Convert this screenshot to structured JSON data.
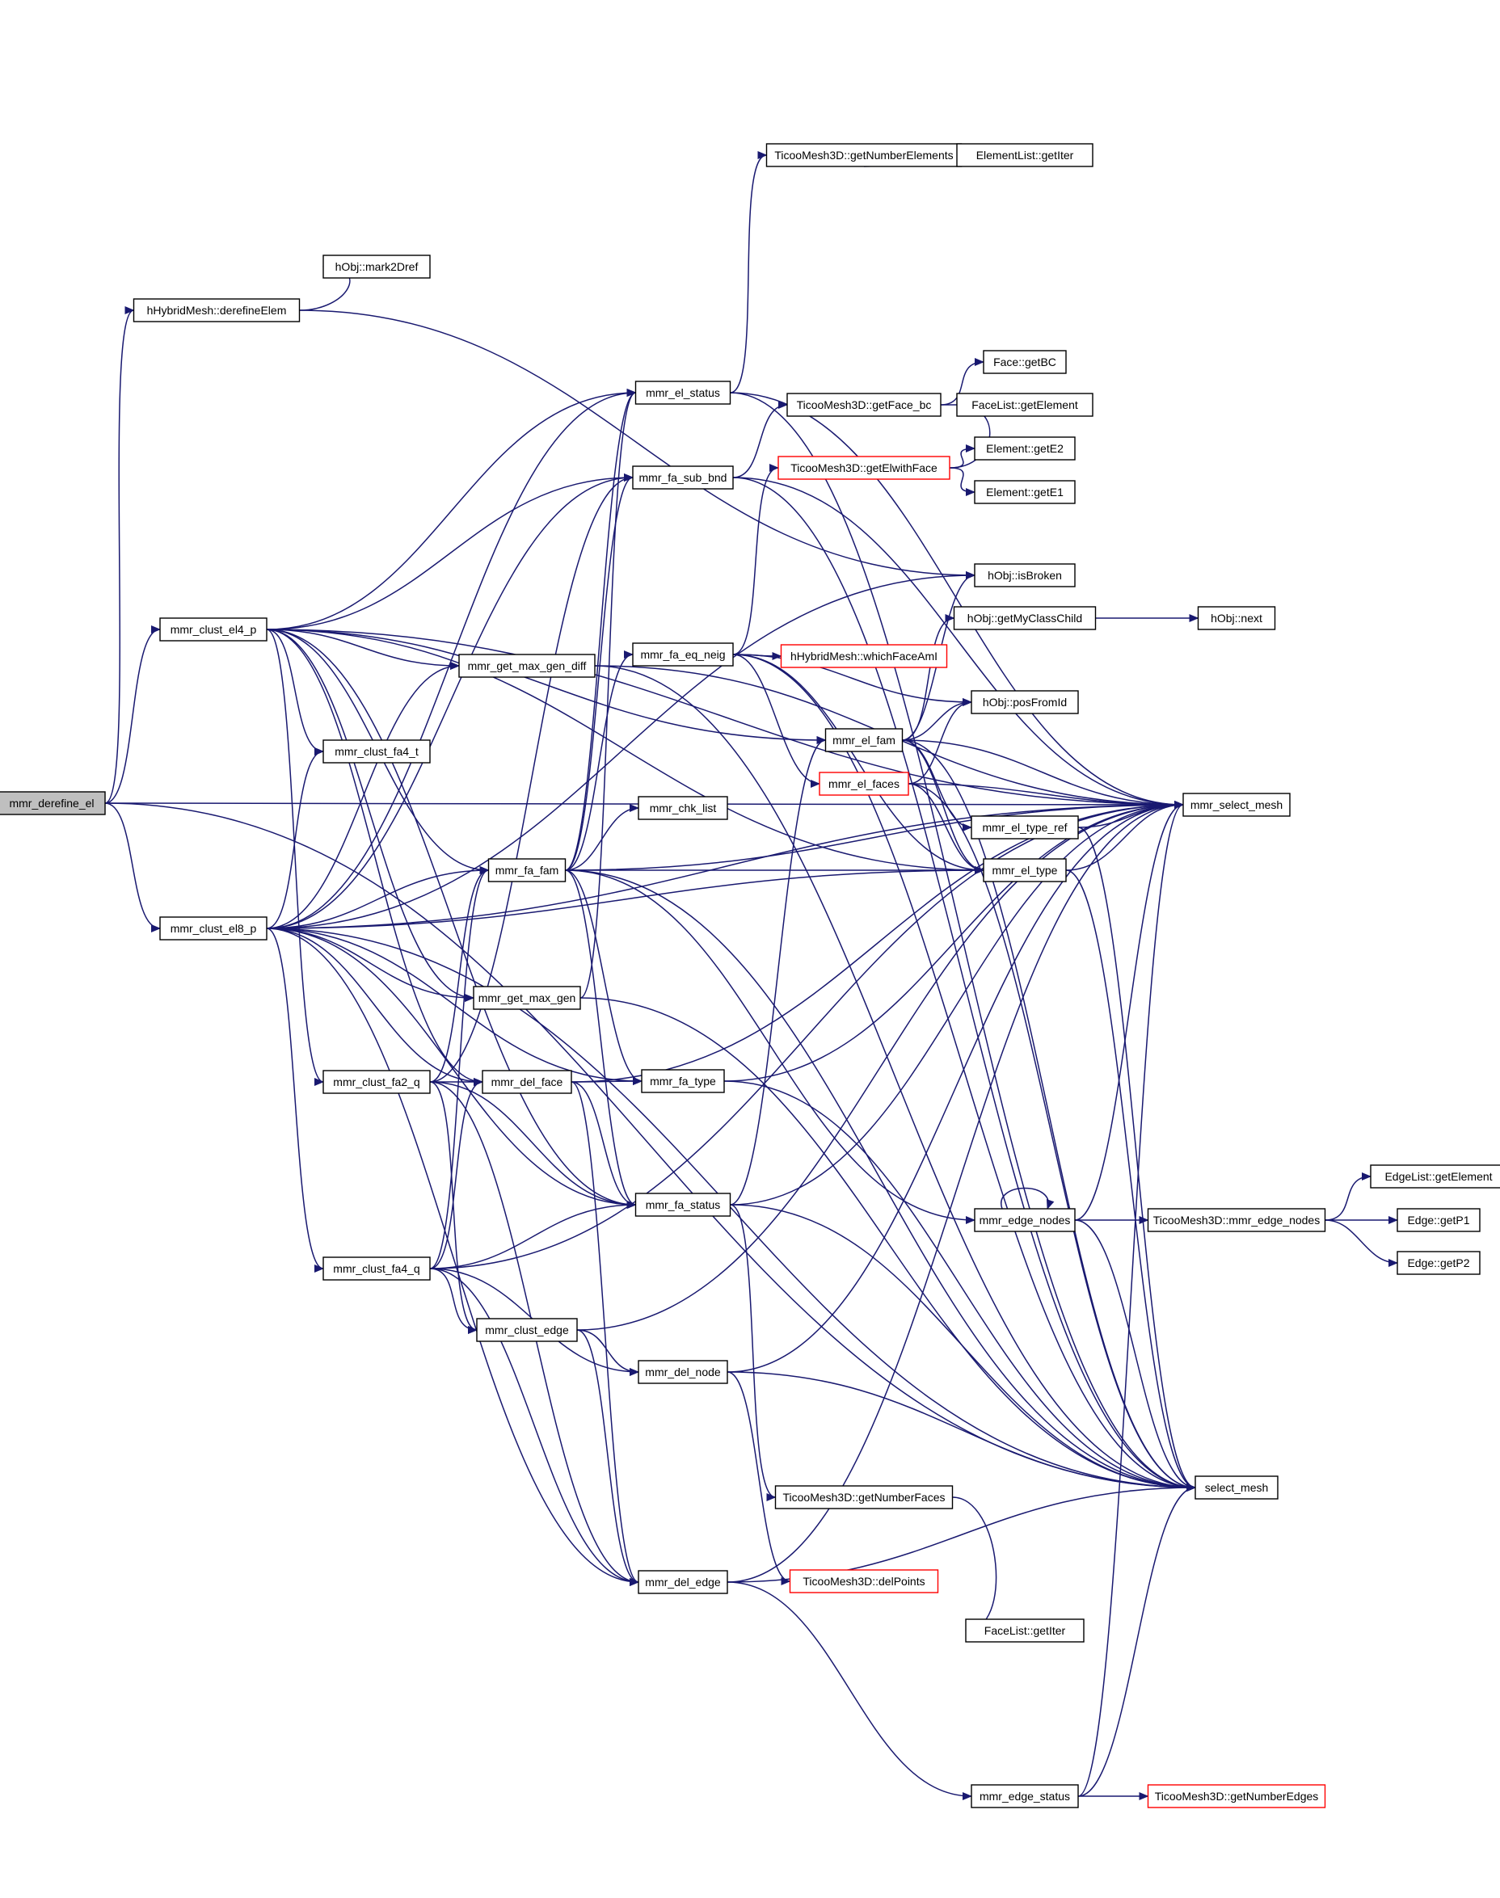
{
  "colors": {
    "edge": "#191970",
    "node_border": "#000000",
    "node_fill": "#ffffff",
    "root_fill": "#bfbfbf",
    "truncated_border": "#ff0000",
    "background": "#ffffff"
  },
  "nodes": [
    {
      "id": "mmr_derefine_el",
      "label": "mmr_derefine_el",
      "style": "root"
    },
    {
      "id": "hHybridMesh::derefineElem",
      "label": "hHybridMesh::derefineElem",
      "style": "normal"
    },
    {
      "id": "hObj::mark2Dref",
      "label": "hObj::mark2Dref",
      "style": "normal"
    },
    {
      "id": "mmr_clust_el4_p",
      "label": "mmr_clust_el4_p",
      "style": "normal"
    },
    {
      "id": "mmr_clust_el8_p",
      "label": "mmr_clust_el8_p",
      "style": "normal"
    },
    {
      "id": "mmr_clust_fa4_t",
      "label": "mmr_clust_fa4_t",
      "style": "normal"
    },
    {
      "id": "mmr_clust_fa2_q",
      "label": "mmr_clust_fa2_q",
      "style": "normal"
    },
    {
      "id": "mmr_clust_fa4_q",
      "label": "mmr_clust_fa4_q",
      "style": "normal"
    },
    {
      "id": "mmr_get_max_gen_diff",
      "label": "mmr_get_max_gen_diff",
      "style": "normal"
    },
    {
      "id": "mmr_fa_fam",
      "label": "mmr_fa_fam",
      "style": "normal"
    },
    {
      "id": "mmr_get_max_gen",
      "label": "mmr_get_max_gen",
      "style": "normal"
    },
    {
      "id": "mmr_del_face",
      "label": "mmr_del_face",
      "style": "normal"
    },
    {
      "id": "mmr_clust_edge",
      "label": "mmr_clust_edge",
      "style": "normal"
    },
    {
      "id": "mmr_el_status",
      "label": "mmr_el_status",
      "style": "normal"
    },
    {
      "id": "mmr_fa_sub_bnd",
      "label": "mmr_fa_sub_bnd",
      "style": "normal"
    },
    {
      "id": "mmr_fa_eq_neig",
      "label": "mmr_fa_eq_neig",
      "style": "normal"
    },
    {
      "id": "mmr_chk_list",
      "label": "mmr_chk_list",
      "style": "normal"
    },
    {
      "id": "mmr_fa_type",
      "label": "mmr_fa_type",
      "style": "normal"
    },
    {
      "id": "mmr_fa_status",
      "label": "mmr_fa_status",
      "style": "normal"
    },
    {
      "id": "mmr_del_node",
      "label": "mmr_del_node",
      "style": "normal"
    },
    {
      "id": "mmr_del_edge",
      "label": "mmr_del_edge",
      "style": "normal"
    },
    {
      "id": "TicooMesh3D::getNumberElements",
      "label": "TicooMesh3D::getNumberElements",
      "style": "normal"
    },
    {
      "id": "ElementList::getIter",
      "label": "ElementList::getIter",
      "style": "normal"
    },
    {
      "id": "TicooMesh3D::getFace_bc",
      "label": "TicooMesh3D::getFace_bc",
      "style": "normal"
    },
    {
      "id": "Face::getBC",
      "label": "Face::getBC",
      "style": "normal"
    },
    {
      "id": "FaceList::getElement",
      "label": "FaceList::getElement",
      "style": "normal"
    },
    {
      "id": "TicooMesh3D::getElwithFace",
      "label": "TicooMesh3D::getElwithFace",
      "style": "truncated"
    },
    {
      "id": "Element::getE2",
      "label": "Element::getE2",
      "style": "normal"
    },
    {
      "id": "Element::getE1",
      "label": "Element::getE1",
      "style": "normal"
    },
    {
      "id": "hObj::isBroken",
      "label": "hObj::isBroken",
      "style": "normal"
    },
    {
      "id": "hObj::getMyClassChild",
      "label": "hObj::getMyClassChild",
      "style": "normal"
    },
    {
      "id": "hObj::next",
      "label": "hObj::next",
      "style": "normal"
    },
    {
      "id": "hHybridMesh::whichFaceAmI",
      "label": "hHybridMesh::whichFaceAmI",
      "style": "truncated"
    },
    {
      "id": "hObj::posFromId",
      "label": "hObj::posFromId",
      "style": "normal"
    },
    {
      "id": "mmr_el_fam",
      "label": "mmr_el_fam",
      "style": "normal"
    },
    {
      "id": "mmr_el_faces",
      "label": "mmr_el_faces",
      "style": "truncated"
    },
    {
      "id": "mmr_select_mesh",
      "label": "mmr_select_mesh",
      "style": "normal"
    },
    {
      "id": "mmr_el_type_ref",
      "label": "mmr_el_type_ref",
      "style": "normal"
    },
    {
      "id": "mmr_el_type",
      "label": "mmr_el_type",
      "style": "normal"
    },
    {
      "id": "EdgeList::getElement",
      "label": "EdgeList::getElement",
      "style": "normal"
    },
    {
      "id": "mmr_edge_nodes",
      "label": "mmr_edge_nodes",
      "style": "normal"
    },
    {
      "id": "TicooMesh3D::mmr_edge_nodes",
      "label": "TicooMesh3D::mmr_edge_nodes",
      "style": "normal"
    },
    {
      "id": "Edge::getP1",
      "label": "Edge::getP1",
      "style": "normal"
    },
    {
      "id": "Edge::getP2",
      "label": "Edge::getP2",
      "style": "normal"
    },
    {
      "id": "select_mesh",
      "label": "select_mesh",
      "style": "normal"
    },
    {
      "id": "TicooMesh3D::getNumberFaces",
      "label": "TicooMesh3D::getNumberFaces",
      "style": "normal"
    },
    {
      "id": "TicooMesh3D::delPoints",
      "label": "TicooMesh3D::delPoints",
      "style": "truncated"
    },
    {
      "id": "FaceList::getIter",
      "label": "FaceList::getIter",
      "style": "normal"
    },
    {
      "id": "mmr_edge_status",
      "label": "mmr_edge_status",
      "style": "normal"
    },
    {
      "id": "TicooMesh3D::getNumberEdges",
      "label": "TicooMesh3D::getNumberEdges",
      "style": "truncated"
    }
  ],
  "edges": [
    [
      "mmr_derefine_el",
      "hHybridMesh::derefineElem"
    ],
    [
      "mmr_derefine_el",
      "mmr_clust_el4_p"
    ],
    [
      "mmr_derefine_el",
      "mmr_clust_el8_p"
    ],
    [
      "mmr_derefine_el",
      "mmr_select_mesh"
    ],
    [
      "mmr_derefine_el",
      "select_mesh"
    ],
    [
      "hHybridMesh::derefineElem",
      "hObj::mark2Dref"
    ],
    [
      "hHybridMesh::derefineElem",
      "hObj::isBroken"
    ],
    [
      "mmr_clust_el4_p",
      "mmr_el_status"
    ],
    [
      "mmr_clust_el4_p",
      "mmr_fa_sub_bnd"
    ],
    [
      "mmr_clust_el4_p",
      "mmr_get_max_gen_diff"
    ],
    [
      "mmr_clust_el4_p",
      "mmr_clust_fa4_t"
    ],
    [
      "mmr_clust_el4_p",
      "mmr_fa_fam"
    ],
    [
      "mmr_clust_el4_p",
      "mmr_get_max_gen"
    ],
    [
      "mmr_clust_el4_p",
      "mmr_del_face"
    ],
    [
      "mmr_clust_el4_p",
      "mmr_clust_fa2_q"
    ],
    [
      "mmr_clust_el4_p",
      "mmr_fa_status"
    ],
    [
      "mmr_clust_el4_p",
      "mmr_select_mesh"
    ],
    [
      "mmr_clust_el4_p",
      "mmr_el_type"
    ],
    [
      "mmr_clust_el4_p",
      "mmr_el_fam"
    ],
    [
      "mmr_clust_el8_p",
      "mmr_el_status"
    ],
    [
      "mmr_clust_el8_p",
      "mmr_fa_sub_bnd"
    ],
    [
      "mmr_clust_el8_p",
      "mmr_clust_fa4_t"
    ],
    [
      "mmr_clust_el8_p",
      "mmr_get_max_gen_diff"
    ],
    [
      "mmr_clust_el8_p",
      "mmr_fa_fam"
    ],
    [
      "mmr_clust_el8_p",
      "mmr_get_max_gen"
    ],
    [
      "mmr_clust_el8_p",
      "mmr_fa_type"
    ],
    [
      "mmr_clust_el8_p",
      "mmr_del_face"
    ],
    [
      "mmr_clust_el8_p",
      "mmr_fa_status"
    ],
    [
      "mmr_clust_el8_p",
      "mmr_clust_fa4_q"
    ],
    [
      "mmr_clust_el8_p",
      "mmr_del_edge"
    ],
    [
      "mmr_clust_el8_p",
      "mmr_select_mesh"
    ],
    [
      "mmr_clust_el8_p",
      "mmr_el_type"
    ],
    [
      "mmr_clust_el8_p",
      "hObj::isBroken"
    ],
    [
      "mmr_clust_el8_p",
      "select_mesh"
    ],
    [
      "mmr_clust_fa2_q",
      "mmr_fa_fam"
    ],
    [
      "mmr_clust_fa2_q",
      "mmr_del_face"
    ],
    [
      "mmr_clust_fa2_q",
      "mmr_fa_status"
    ],
    [
      "mmr_clust_fa2_q",
      "mmr_clust_edge"
    ],
    [
      "mmr_clust_fa2_q",
      "mmr_del_edge"
    ],
    [
      "mmr_clust_fa2_q",
      "mmr_fa_sub_bnd"
    ],
    [
      "mmr_clust_fa4_q",
      "mmr_fa_fam"
    ],
    [
      "mmr_clust_fa4_q",
      "mmr_del_face"
    ],
    [
      "mmr_clust_fa4_q",
      "mmr_fa_status"
    ],
    [
      "mmr_clust_fa4_q",
      "mmr_clust_edge"
    ],
    [
      "mmr_clust_fa4_q",
      "mmr_del_node"
    ],
    [
      "mmr_clust_fa4_q",
      "mmr_del_edge"
    ],
    [
      "mmr_clust_fa4_q",
      "mmr_select_mesh"
    ],
    [
      "mmr_get_max_gen_diff",
      "mmr_select_mesh"
    ],
    [
      "mmr_get_max_gen_diff",
      "select_mesh"
    ],
    [
      "mmr_fa_fam",
      "mmr_chk_list"
    ],
    [
      "mmr_fa_fam",
      "mmr_el_status"
    ],
    [
      "mmr_fa_fam",
      "mmr_fa_sub_bnd"
    ],
    [
      "mmr_fa_fam",
      "mmr_fa_eq_neig"
    ],
    [
      "mmr_fa_fam",
      "mmr_fa_type"
    ],
    [
      "mmr_fa_fam",
      "mmr_fa_status"
    ],
    [
      "mmr_fa_fam",
      "mmr_el_type"
    ],
    [
      "mmr_fa_fam",
      "mmr_edge_nodes"
    ],
    [
      "mmr_fa_fam",
      "mmr_select_mesh"
    ],
    [
      "mmr_fa_fam",
      "select_mesh"
    ],
    [
      "mmr_get_max_gen",
      "mmr_el_status"
    ],
    [
      "mmr_get_max_gen",
      "select_mesh"
    ],
    [
      "mmr_del_face",
      "mmr_fa_type"
    ],
    [
      "mmr_del_face",
      "mmr_fa_status"
    ],
    [
      "mmr_del_face",
      "mmr_del_edge"
    ],
    [
      "mmr_del_face",
      "mmr_select_mesh"
    ],
    [
      "mmr_clust_edge",
      "mmr_del_node"
    ],
    [
      "mmr_clust_edge",
      "mmr_del_edge"
    ],
    [
      "mmr_clust_edge",
      "mmr_select_mesh"
    ],
    [
      "mmr_el_status",
      "TicooMesh3D::getNumberElements"
    ],
    [
      "mmr_el_status",
      "mmr_select_mesh"
    ],
    [
      "mmr_el_status",
      "select_mesh"
    ],
    [
      "mmr_fa_sub_bnd",
      "TicooMesh3D::getFace_bc"
    ],
    [
      "mmr_fa_sub_bnd",
      "mmr_select_mesh"
    ],
    [
      "mmr_fa_sub_bnd",
      "select_mesh"
    ],
    [
      "mmr_fa_eq_neig",
      "TicooMesh3D::getElwithFace"
    ],
    [
      "mmr_fa_eq_neig",
      "hHybridMesh::whichFaceAmI"
    ],
    [
      "mmr_fa_eq_neig",
      "hObj::posFromId"
    ],
    [
      "mmr_fa_eq_neig",
      "mmr_el_faces"
    ],
    [
      "mmr_fa_eq_neig",
      "mmr_el_type"
    ],
    [
      "mmr_fa_eq_neig",
      "select_mesh"
    ],
    [
      "mmr_fa_type",
      "mmr_select_mesh"
    ],
    [
      "mmr_fa_type",
      "select_mesh"
    ],
    [
      "mmr_fa_status",
      "TicooMesh3D::getNumberFaces"
    ],
    [
      "mmr_fa_status",
      "mmr_select_mesh"
    ],
    [
      "mmr_fa_status",
      "select_mesh"
    ],
    [
      "mmr_fa_status",
      "mmr_el_fam"
    ],
    [
      "mmr_del_node",
      "TicooMesh3D::delPoints"
    ],
    [
      "mmr_del_node",
      "mmr_select_mesh"
    ],
    [
      "mmr_del_node",
      "select_mesh"
    ],
    [
      "mmr_del_edge",
      "mmr_edge_status"
    ],
    [
      "mmr_del_edge",
      "mmr_select_mesh"
    ],
    [
      "mmr_del_edge",
      "select_mesh"
    ],
    [
      "TicooMesh3D::getNumberElements",
      "ElementList::getIter"
    ],
    [
      "TicooMesh3D::getFace_bc",
      "Face::getBC"
    ],
    [
      "TicooMesh3D::getFace_bc",
      "FaceList::getElement"
    ],
    [
      "TicooMesh3D::getElwithFace",
      "FaceList::getElement"
    ],
    [
      "TicooMesh3D::getElwithFace",
      "Element::getE2"
    ],
    [
      "TicooMesh3D::getElwithFace",
      "Element::getE1"
    ],
    [
      "hObj::getMyClassChild",
      "hObj::next"
    ],
    [
      "mmr_el_fam",
      "hObj::isBroken"
    ],
    [
      "mmr_el_fam",
      "hObj::getMyClassChild"
    ],
    [
      "mmr_el_fam",
      "hObj::posFromId"
    ],
    [
      "mmr_el_fam",
      "mmr_select_mesh"
    ],
    [
      "mmr_el_fam",
      "mmr_el_type_ref"
    ],
    [
      "mmr_el_fam",
      "mmr_el_type"
    ],
    [
      "mmr_el_fam",
      "select_mesh"
    ],
    [
      "mmr_el_faces",
      "hObj::posFromId"
    ],
    [
      "mmr_el_faces",
      "mmr_select_mesh"
    ],
    [
      "mmr_el_faces",
      "mmr_el_type"
    ],
    [
      "mmr_el_faces",
      "select_mesh"
    ],
    [
      "mmr_el_type_ref",
      "mmr_select_mesh"
    ],
    [
      "mmr_el_type_ref",
      "select_mesh"
    ],
    [
      "mmr_el_type",
      "mmr_select_mesh"
    ],
    [
      "mmr_el_type",
      "select_mesh"
    ],
    [
      "mmr_edge_nodes",
      "mmr_edge_nodes"
    ],
    [
      "mmr_edge_nodes",
      "TicooMesh3D::mmr_edge_nodes"
    ],
    [
      "mmr_edge_nodes",
      "mmr_select_mesh"
    ],
    [
      "mmr_edge_nodes",
      "select_mesh"
    ],
    [
      "TicooMesh3D::mmr_edge_nodes",
      "EdgeList::getElement"
    ],
    [
      "TicooMesh3D::mmr_edge_nodes",
      "Edge::getP1"
    ],
    [
      "TicooMesh3D::mmr_edge_nodes",
      "Edge::getP2"
    ],
    [
      "TicooMesh3D::getNumberFaces",
      "FaceList::getIter"
    ],
    [
      "mmr_edge_status",
      "TicooMesh3D::getNumberEdges"
    ],
    [
      "mmr_edge_status",
      "mmr_select_mesh"
    ],
    [
      "mmr_edge_status",
      "select_mesh"
    ]
  ]
}
